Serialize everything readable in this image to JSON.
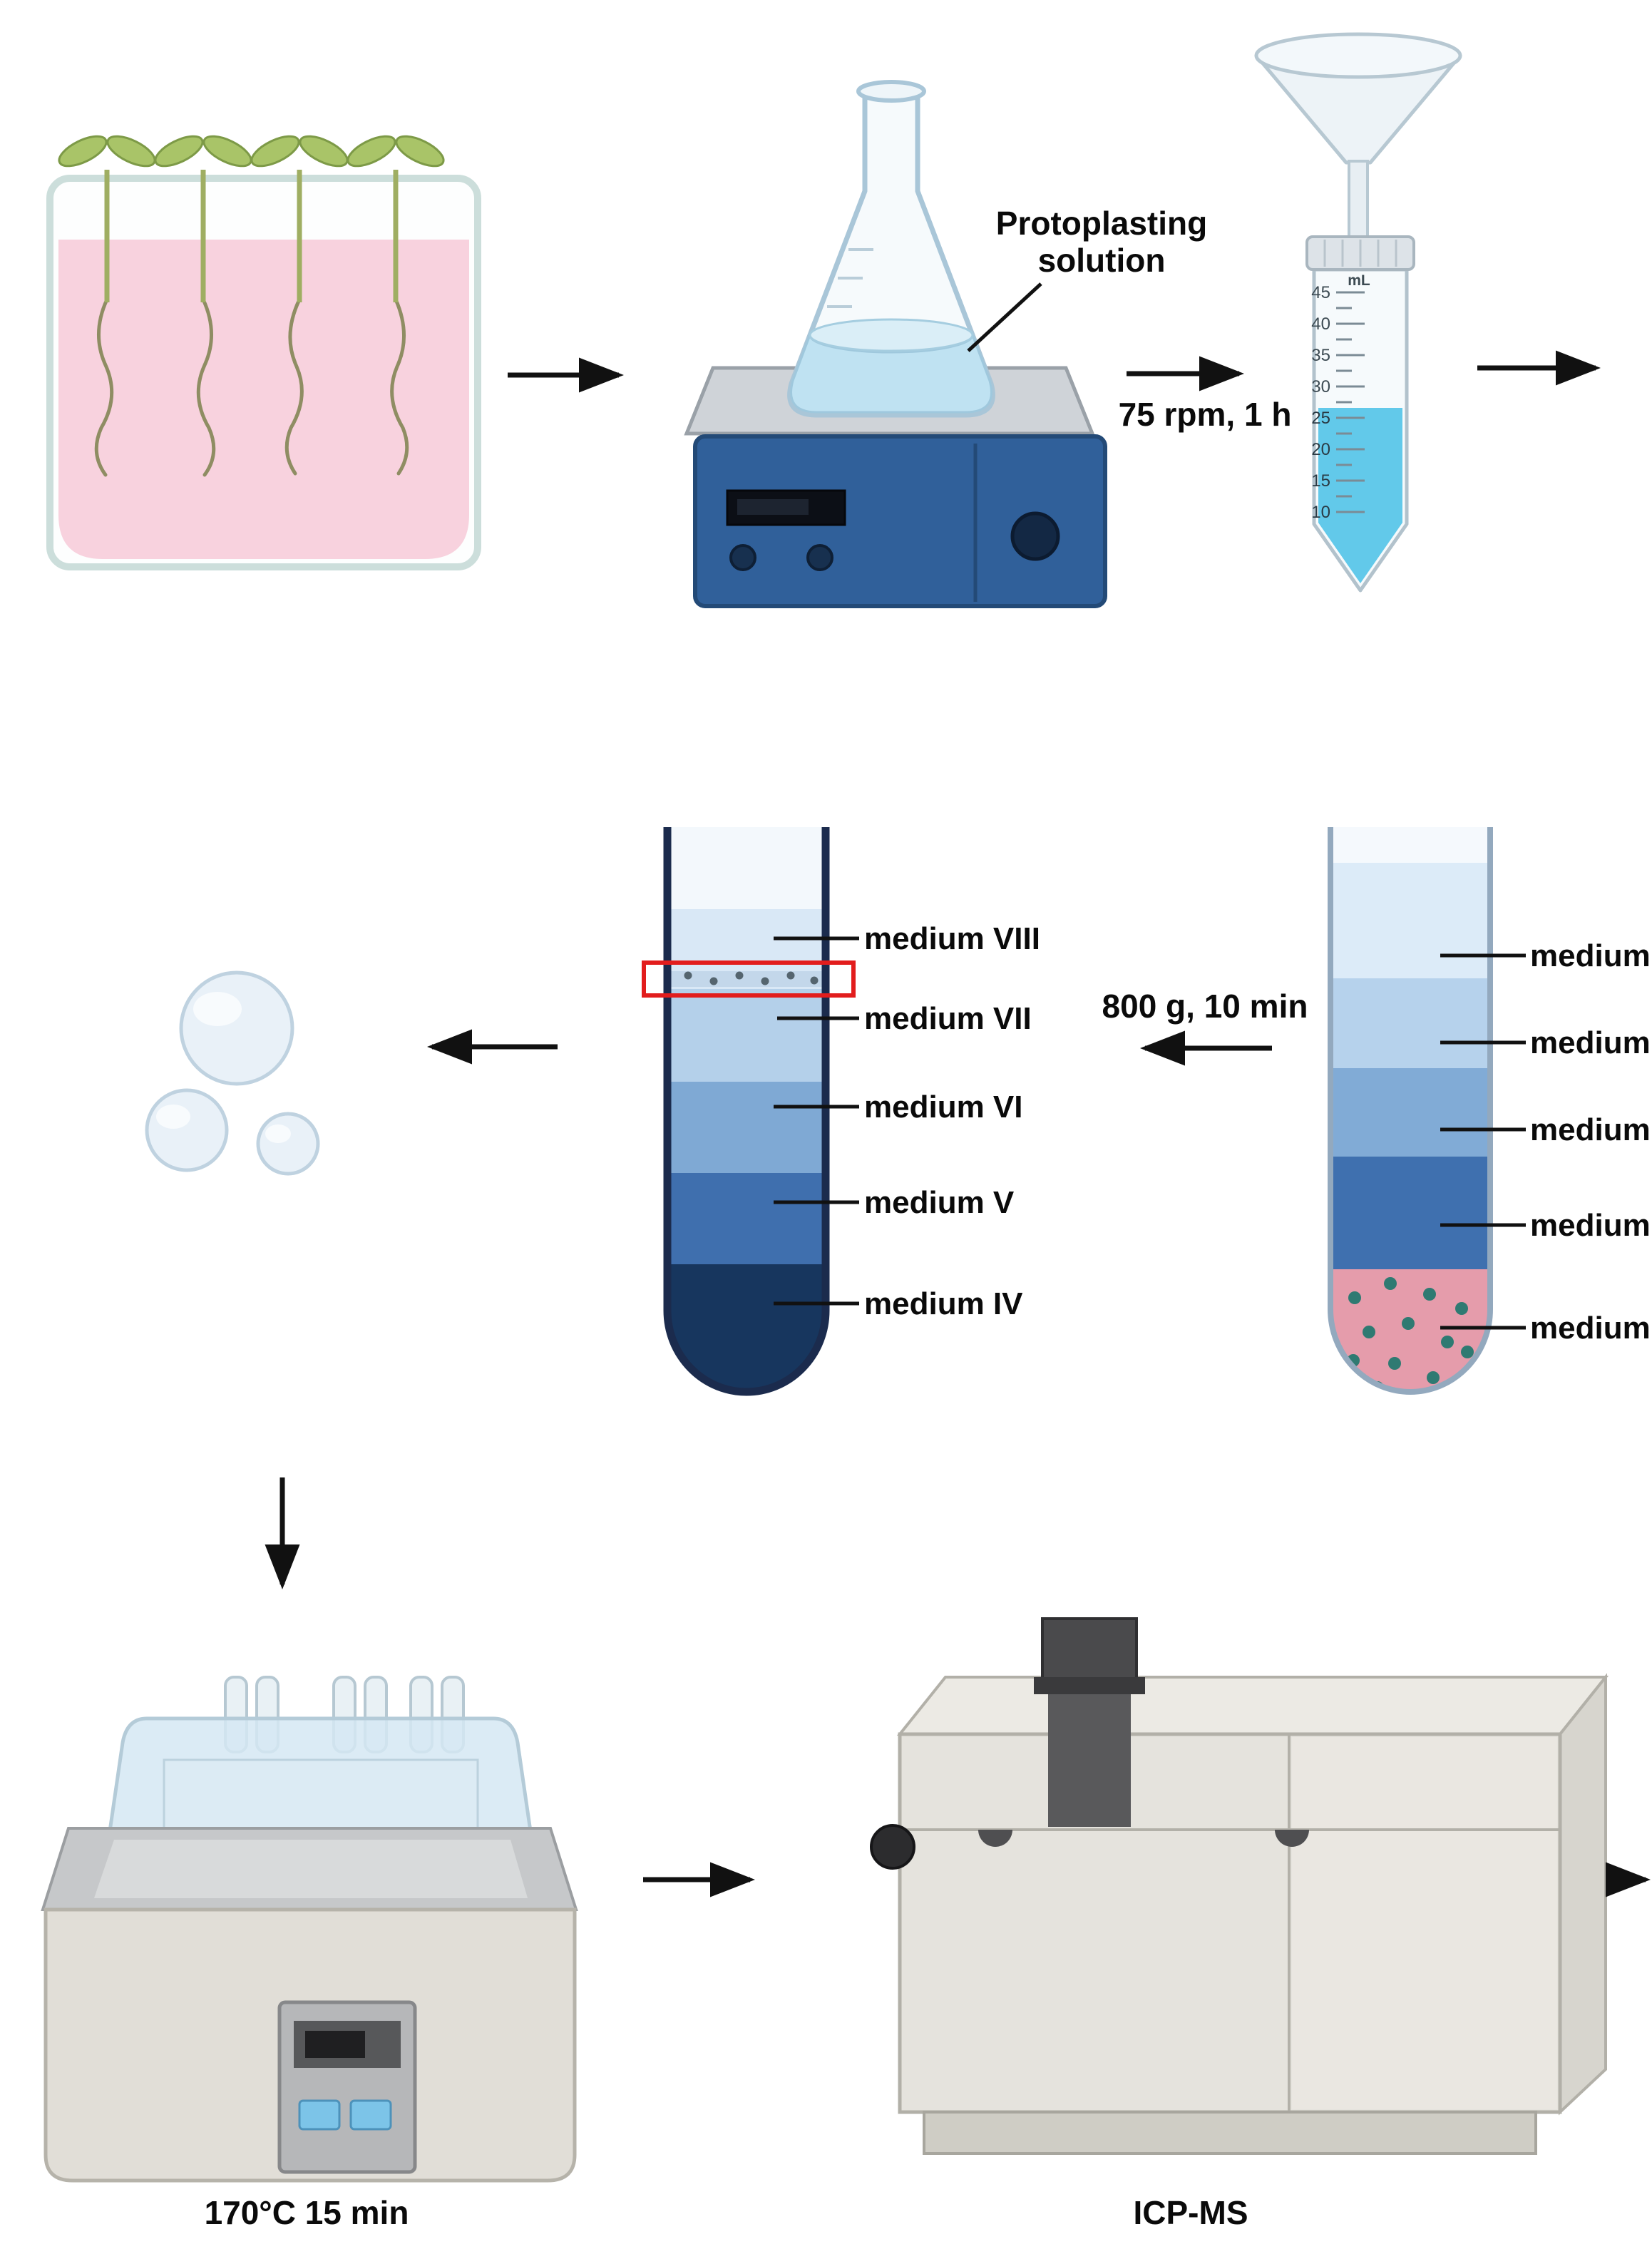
{
  "palette": {
    "arrow": "#111111",
    "red_highlight_box": "#e21d1d",
    "seedling_medium_pink": "#f8d2de",
    "protoplasting_liquid": "#bfe2f2",
    "tube_liquid_blue": "#62c9ea"
  },
  "stirring_step": {
    "flask_label": "Protoplasting\nsolution",
    "condition": "75 rpm, 1 h"
  },
  "tube50": {
    "unit": "mL",
    "graduations": [
      "45",
      "40",
      "35",
      "30",
      "25",
      "20",
      "15",
      "10"
    ]
  },
  "centrifugation": {
    "condition": "800 g, 10 min"
  },
  "gradient_tube_left": {
    "layers": [
      {
        "label": "medium VIII",
        "color": "#d9e8f6"
      },
      {
        "label": "medium VII",
        "color": "#b4d0ea"
      },
      {
        "label": "medium VI",
        "color": "#7fa9d4"
      },
      {
        "label": "medium V",
        "color": "#3f6fae"
      },
      {
        "label": "medium IV",
        "color": "#17365e"
      }
    ]
  },
  "gradient_tube_right": {
    "layers": [
      {
        "label": "medium VIII",
        "color": "#dcebf8"
      },
      {
        "label": "medium VII",
        "color": "#b6d2ec"
      },
      {
        "label": "medium VI",
        "color": "#81abd6"
      },
      {
        "label": "medium V",
        "color": "#3f70af"
      },
      {
        "label": "medium IV",
        "color": "#e59cab"
      }
    ]
  },
  "digestion": {
    "condition": "170°C 15 min"
  },
  "analysis": {
    "label": "ICP-MS"
  }
}
